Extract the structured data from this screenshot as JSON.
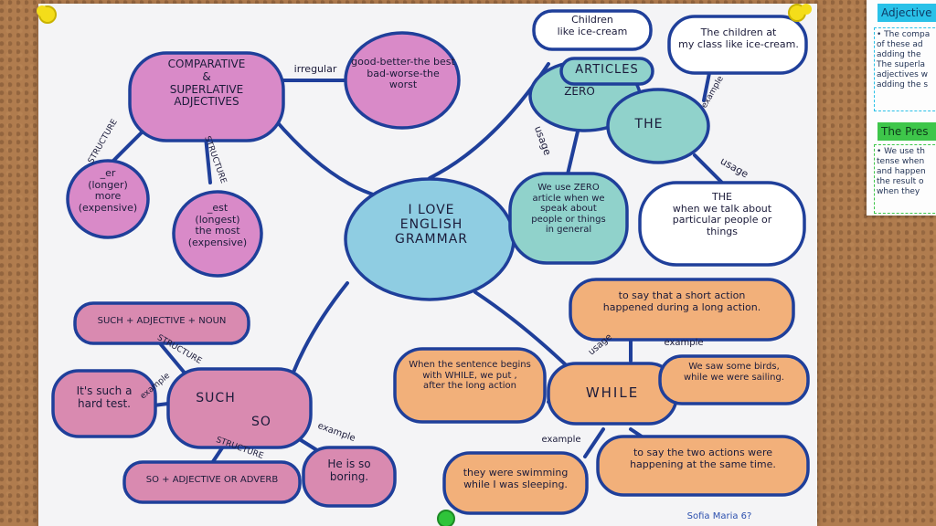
{
  "poster": {
    "center_title": "I LOVE\nENGLISH\nGRAMMAR",
    "adjectives": {
      "title": "COMPARATIVE\n&\nSUPERLATIVE\nADJECTIVES",
      "irregular_label": "irregular",
      "irregular_examples": "good-better-the best\nbad-worse-the\nworst",
      "structure_label_left": "STRUCTURE",
      "structure_label_right": "STRUCTURE",
      "er_bubble": "_er\n(longer)\nmore\n(expensive)",
      "est_bubble": "_est\n(longest)\nthe most\n(expensive)"
    },
    "articles": {
      "title": "ARTICLES",
      "zero": "ZERO",
      "the": "THE",
      "children_bubble": "Children\nlike ice-cream",
      "class_bubble": "The children at\nmy class like ice-cream.",
      "example_label": "example",
      "usage_label_left": "usage",
      "usage_label_right": "usage",
      "zero_usage": "We use ZERO\narticle when we\nspeak about\npeople or things\nin general",
      "the_usage": "THE\nwhen we talk about\nparticular people or\nthings"
    },
    "while": {
      "title": "WHILE",
      "usage_label": "usage",
      "example_label_top": "example",
      "example_label_bottom": "example",
      "short_action": "to say that a short action\nhappened during a long action.",
      "birds_example": "We saw some birds,\nwhile we were sailing.",
      "sentence_begins": "When the sentence begins\nwith WHILE, we put ,\nafter the long action",
      "two_actions": "to say the two actions were\nhappening at the same time.",
      "swimming_example": "they were swimming\nwhile I was sleeping."
    },
    "such_so": {
      "title_such": "SUCH",
      "title_so": "SO",
      "structure_such": "SUCH + ADJECTIVE + NOUN",
      "structure_label_top": "STRUCTURE",
      "structure_label_bottom": "STRUCTURE",
      "example_label_left": "example",
      "example_label_right": "example",
      "such_example": "It's such a\nhard test.",
      "so_example": "He is so\nboring.",
      "so_structure": "SO + ADJECTIVE OR ADVERB"
    },
    "signature": "Sofia Maria 6?"
  },
  "side_card": {
    "header_1": "Adjective",
    "text_1": "• The compa\nof these ad\nadding the\nThe superla\nadjectives w\nadding the s",
    "header_2": "The Pres",
    "text_2": "• We use th\ntense when\nand happen\nthe result o\nwhen they"
  },
  "colors": {
    "ink": "#1f3f9a",
    "pink": "#d98ac4",
    "pink_dark": "#c97aa0",
    "teal": "#8fd0cf",
    "blue": "#86c6df",
    "orange": "#f2b07a",
    "pin_yellow": "#f4dd1a",
    "pin_green": "#2fc43a"
  }
}
